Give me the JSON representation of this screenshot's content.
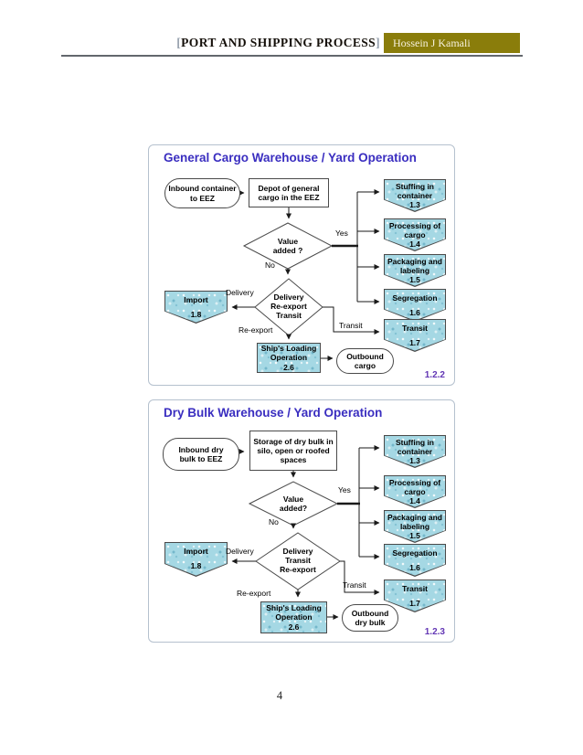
{
  "header": {
    "bracket_open": "[",
    "title": "PORT AND SHIPPING PROCESS",
    "bracket_close": "]",
    "author": "Hossein J Kamali"
  },
  "footer": {
    "page_number": "4"
  },
  "colors": {
    "accent_olive": "#8a7d0b",
    "panel_title_blue": "#3a2ec0",
    "ref_purple": "#6236b4",
    "node_fill_blue": "#a5d8e4",
    "panel_border": "#b5c1ce"
  },
  "panels": [
    {
      "title": "General Cargo Warehouse / Yard Operation",
      "ref": "1.2.2",
      "nodes": {
        "inbound": "Inbound container\nto EEZ",
        "depot": "Depot of general\ncargo in the EEZ",
        "decision_value": "Value\nadded ?",
        "decision_route": "Delivery\nRe-export\nTransit",
        "stuffing": "Stuffing in\ncontainer\n1.3",
        "processing": "Processing of\ncargo\n1.4",
        "packaging": "Packaging and\nlabeling\n1.5",
        "segregation": "Segregation\n1.6",
        "transit": "Transit\n1.7",
        "import": "Import\n1.8",
        "ship_loading": "Ship's Loading\nOperation\n2.6",
        "outbound": "Outbound\ncargo"
      },
      "labels": {
        "yes": "Yes",
        "no": "No",
        "delivery": "Delivery",
        "reexport": "Re-export",
        "transit": "Transit"
      }
    },
    {
      "title": "Dry Bulk Warehouse / Yard Operation",
      "ref": "1.2.3",
      "nodes": {
        "inbound": "Inbound dry\nbulk to EEZ",
        "depot": "Storage of dry bulk in\nsilo, open or roofed\nspaces",
        "decision_value": "Value\nadded?",
        "decision_route": "Delivery\nTransit\nRe-export",
        "stuffing": "Stuffing in\ncontainer\n1.3",
        "processing": "Processing of\ncargo\n1.4",
        "packaging": "Packaging and\nlabeling\n1.5",
        "segregation": "Segregation\n1.6",
        "transit": "Transit\n1.7",
        "import": "Import\n1.8",
        "ship_loading": "Ship's Loading\nOperation\n2.6",
        "outbound": "Outbound\ndry bulk"
      },
      "labels": {
        "yes": "Yes",
        "no": "No",
        "delivery": "Delivery",
        "reexport": "Re-export",
        "transit": "Transit"
      }
    }
  ]
}
